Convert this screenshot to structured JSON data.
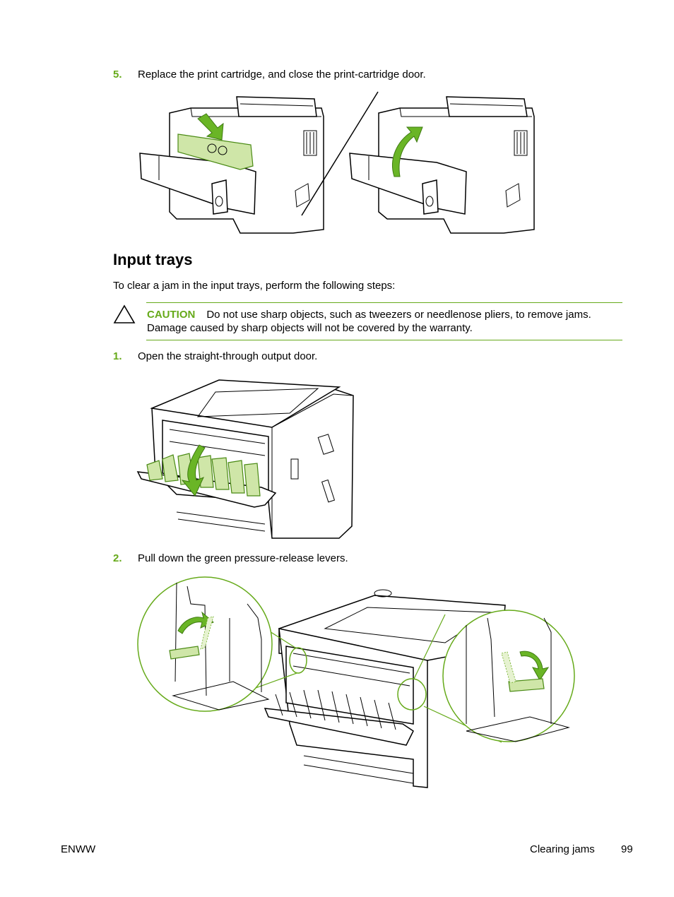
{
  "steps_top": {
    "number": "5.",
    "text": "Replace the print cartridge, and close the print-cartridge door."
  },
  "section": {
    "heading": "Input trays",
    "intro": "To clear a jam in the input trays, perform the following steps:"
  },
  "caution": {
    "label": "CAUTION",
    "line1": "Do not use sharp objects, such as tweezers or needlenose pliers, to remove jams.",
    "line2": "Damage caused by sharp objects will not be covered by the warranty."
  },
  "step1": {
    "number": "1.",
    "text": "Open the straight-through output door."
  },
  "step2": {
    "number": "2.",
    "text": "Pull down the green pressure-release levers."
  },
  "footer": {
    "left": "ENWW",
    "section": "Clearing jams",
    "page": "99"
  },
  "colors": {
    "accent": "#66aa1a",
    "highlight": "#cfe6a8"
  },
  "icons": {
    "caution": "warning-triangle-icon"
  }
}
